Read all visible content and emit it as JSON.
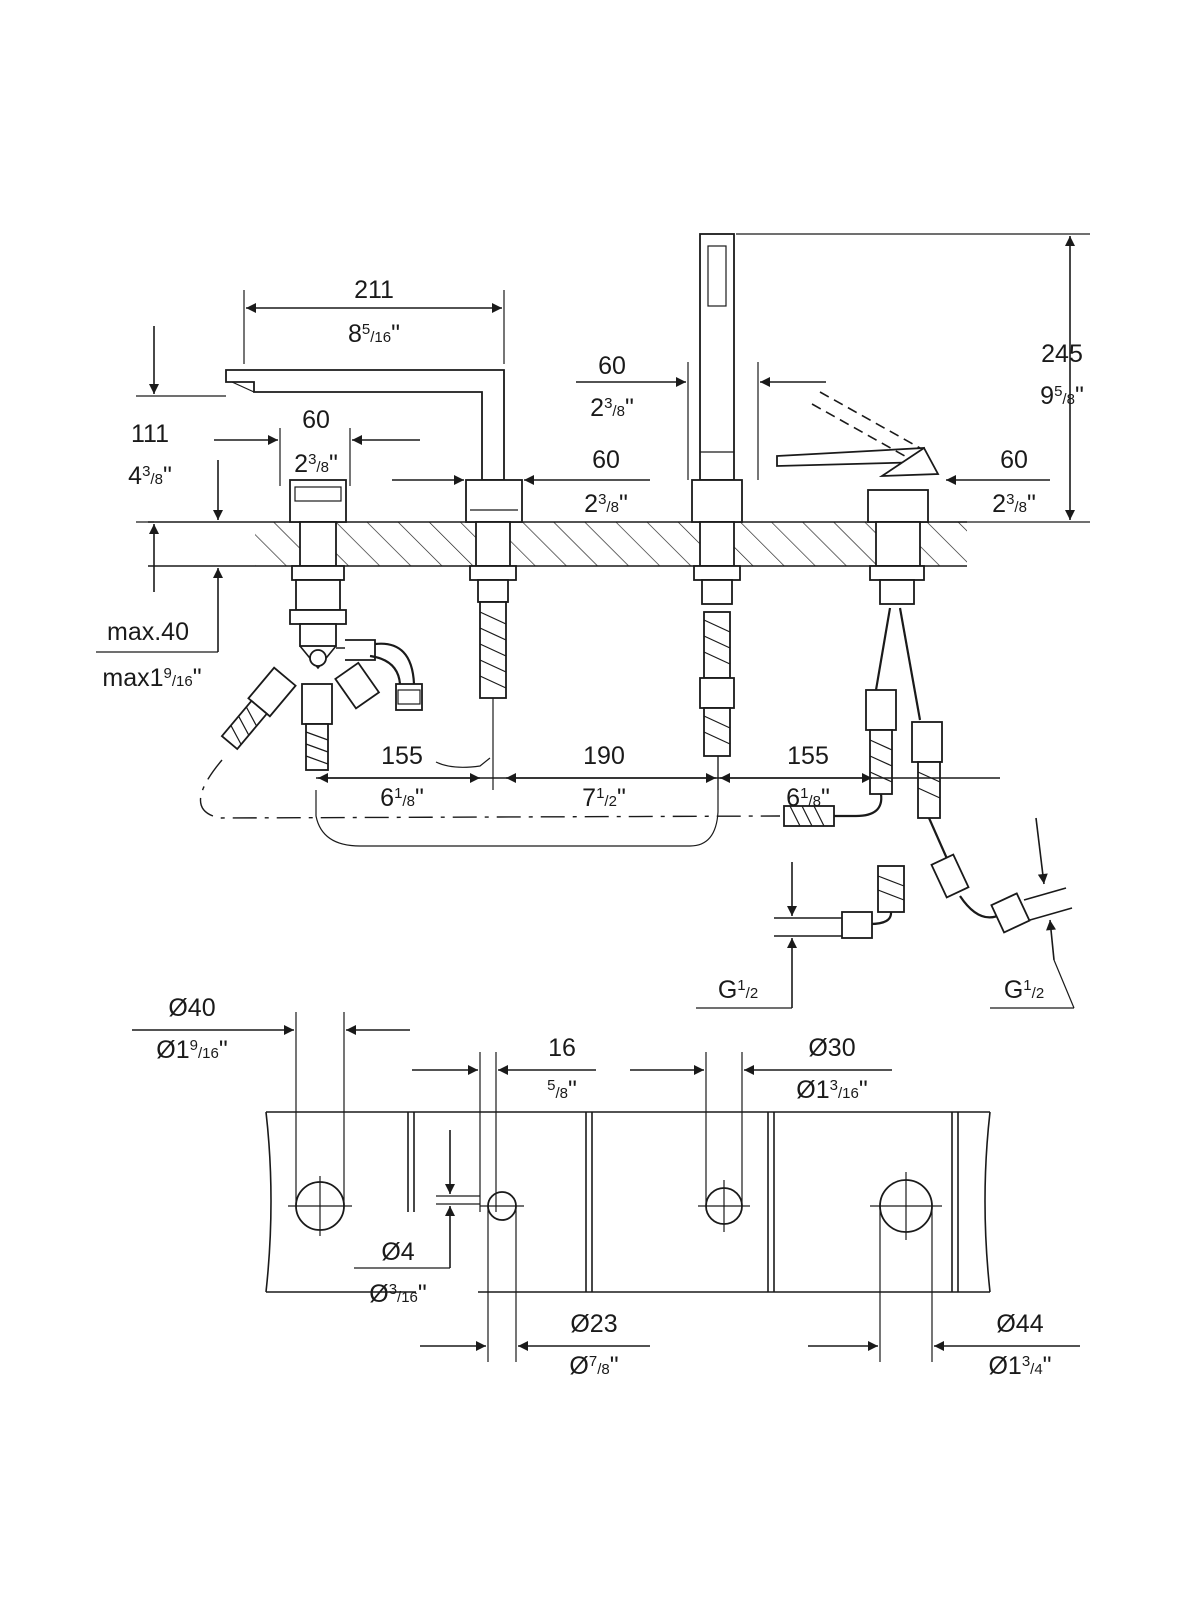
{
  "dimensions": {
    "spout_length": {
      "mm": "211",
      "in_whole": "8",
      "in_num": "5",
      "in_den": "16"
    },
    "spout_height": {
      "mm": "111",
      "in_whole": "4",
      "in_num": "3",
      "in_den": "8"
    },
    "valve_width": {
      "mm": "60",
      "in_whole": "2",
      "in_num": "3",
      "in_den": "8"
    },
    "spout_base_width": {
      "mm": "60",
      "in_whole": "2",
      "in_num": "3",
      "in_den": "8"
    },
    "shower_base_width": {
      "mm": "60",
      "in_whole": "2",
      "in_num": "3",
      "in_den": "8"
    },
    "lever_width": {
      "mm": "60",
      "in_whole": "2",
      "in_num": "3",
      "in_den": "8"
    },
    "shower_height": {
      "mm": "245",
      "in_whole": "9",
      "in_num": "5",
      "in_den": "8"
    },
    "deck_thickness": {
      "mm": "max.40",
      "in_whole": "max1",
      "in_num": "9",
      "in_den": "16"
    },
    "spacing_1": {
      "mm": "155",
      "in_whole": "6",
      "in_num": "1",
      "in_den": "8"
    },
    "spacing_2": {
      "mm": "190",
      "in_whole": "7",
      "in_num": "1",
      "in_den": "2"
    },
    "spacing_3": {
      "mm": "155",
      "in_whole": "6",
      "in_num": "1",
      "in_den": "8"
    },
    "thread_left": {
      "label": "G",
      "num": "1",
      "den": "2"
    },
    "thread_right": {
      "label": "G",
      "num": "1",
      "den": "2"
    },
    "hole_40": {
      "mm": "Ø40",
      "in_whole": "Ø1",
      "in_num": "9",
      "in_den": "16"
    },
    "slot_16": {
      "mm": "16",
      "in_num": "5",
      "in_den": "8"
    },
    "hole_30": {
      "mm": "Ø30",
      "in_whole": "Ø1",
      "in_num": "3",
      "in_den": "16"
    },
    "pin_4": {
      "mm": "Ø4",
      "in_whole": "Ø",
      "in_num": "3",
      "in_den": "16"
    },
    "hole_23": {
      "mm": "Ø23",
      "in_whole": "Ø",
      "in_num": "7",
      "in_den": "8"
    },
    "hole_44": {
      "mm": "Ø44",
      "in_whole": "Ø1",
      "in_num": "3",
      "in_den": "4"
    }
  }
}
